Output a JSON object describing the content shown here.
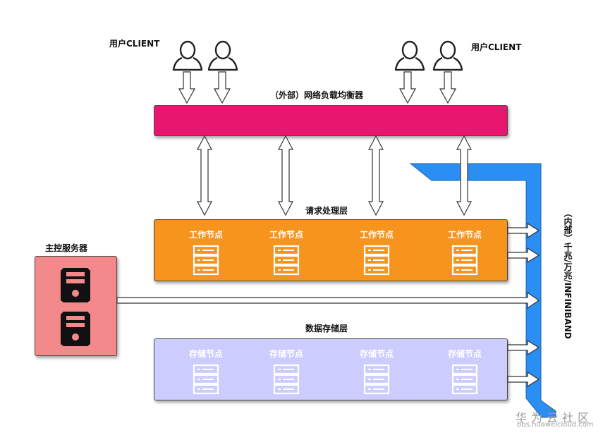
{
  "labels": {
    "client_left": "用户CLIENT",
    "client_right": "用户CLIENT",
    "load_balancer": "（外部）网络负载均衡器",
    "request_layer": "请求处理层",
    "storage_layer": "数据存储层",
    "master": "主控服务器",
    "network": "（内部）千兆/万兆/INFINIBAND"
  },
  "work_nodes": [
    "工作节点",
    "工作节点",
    "工作节点",
    "工作节点"
  ],
  "storage_nodes": [
    "存储节点",
    "存储节点",
    "存储节点",
    "存储节点"
  ],
  "watermark": {
    "title": "华为云社区",
    "url": "bbs.huaweicloud.com"
  },
  "colors": {
    "load_balancer": "#e8166e",
    "request_layer": "#f7941e",
    "storage_layer": "#ccccff",
    "master": "#f4898c",
    "network": "#2a8ef2"
  }
}
